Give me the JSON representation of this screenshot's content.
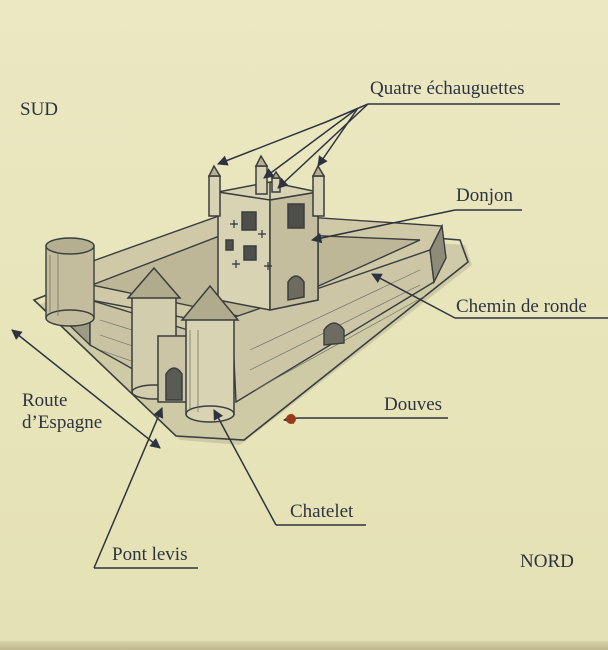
{
  "panel": {
    "orientation": {
      "south": "SUD",
      "north": "NORD"
    },
    "labels": {
      "echauguettes": "Quatre échauguettes",
      "donjon": "Donjon",
      "chemin_de_ronde": "Chemin de ronde",
      "douves": "Douves",
      "chatelet": "Chatelet",
      "pont_levis": "Pont levis",
      "route": "Route\nd’Espagne"
    }
  },
  "colors": {
    "background": "#e9e6bd",
    "ink": "#2f3340",
    "stone": "#d6d1b0",
    "shadow": "#8e8c78"
  }
}
